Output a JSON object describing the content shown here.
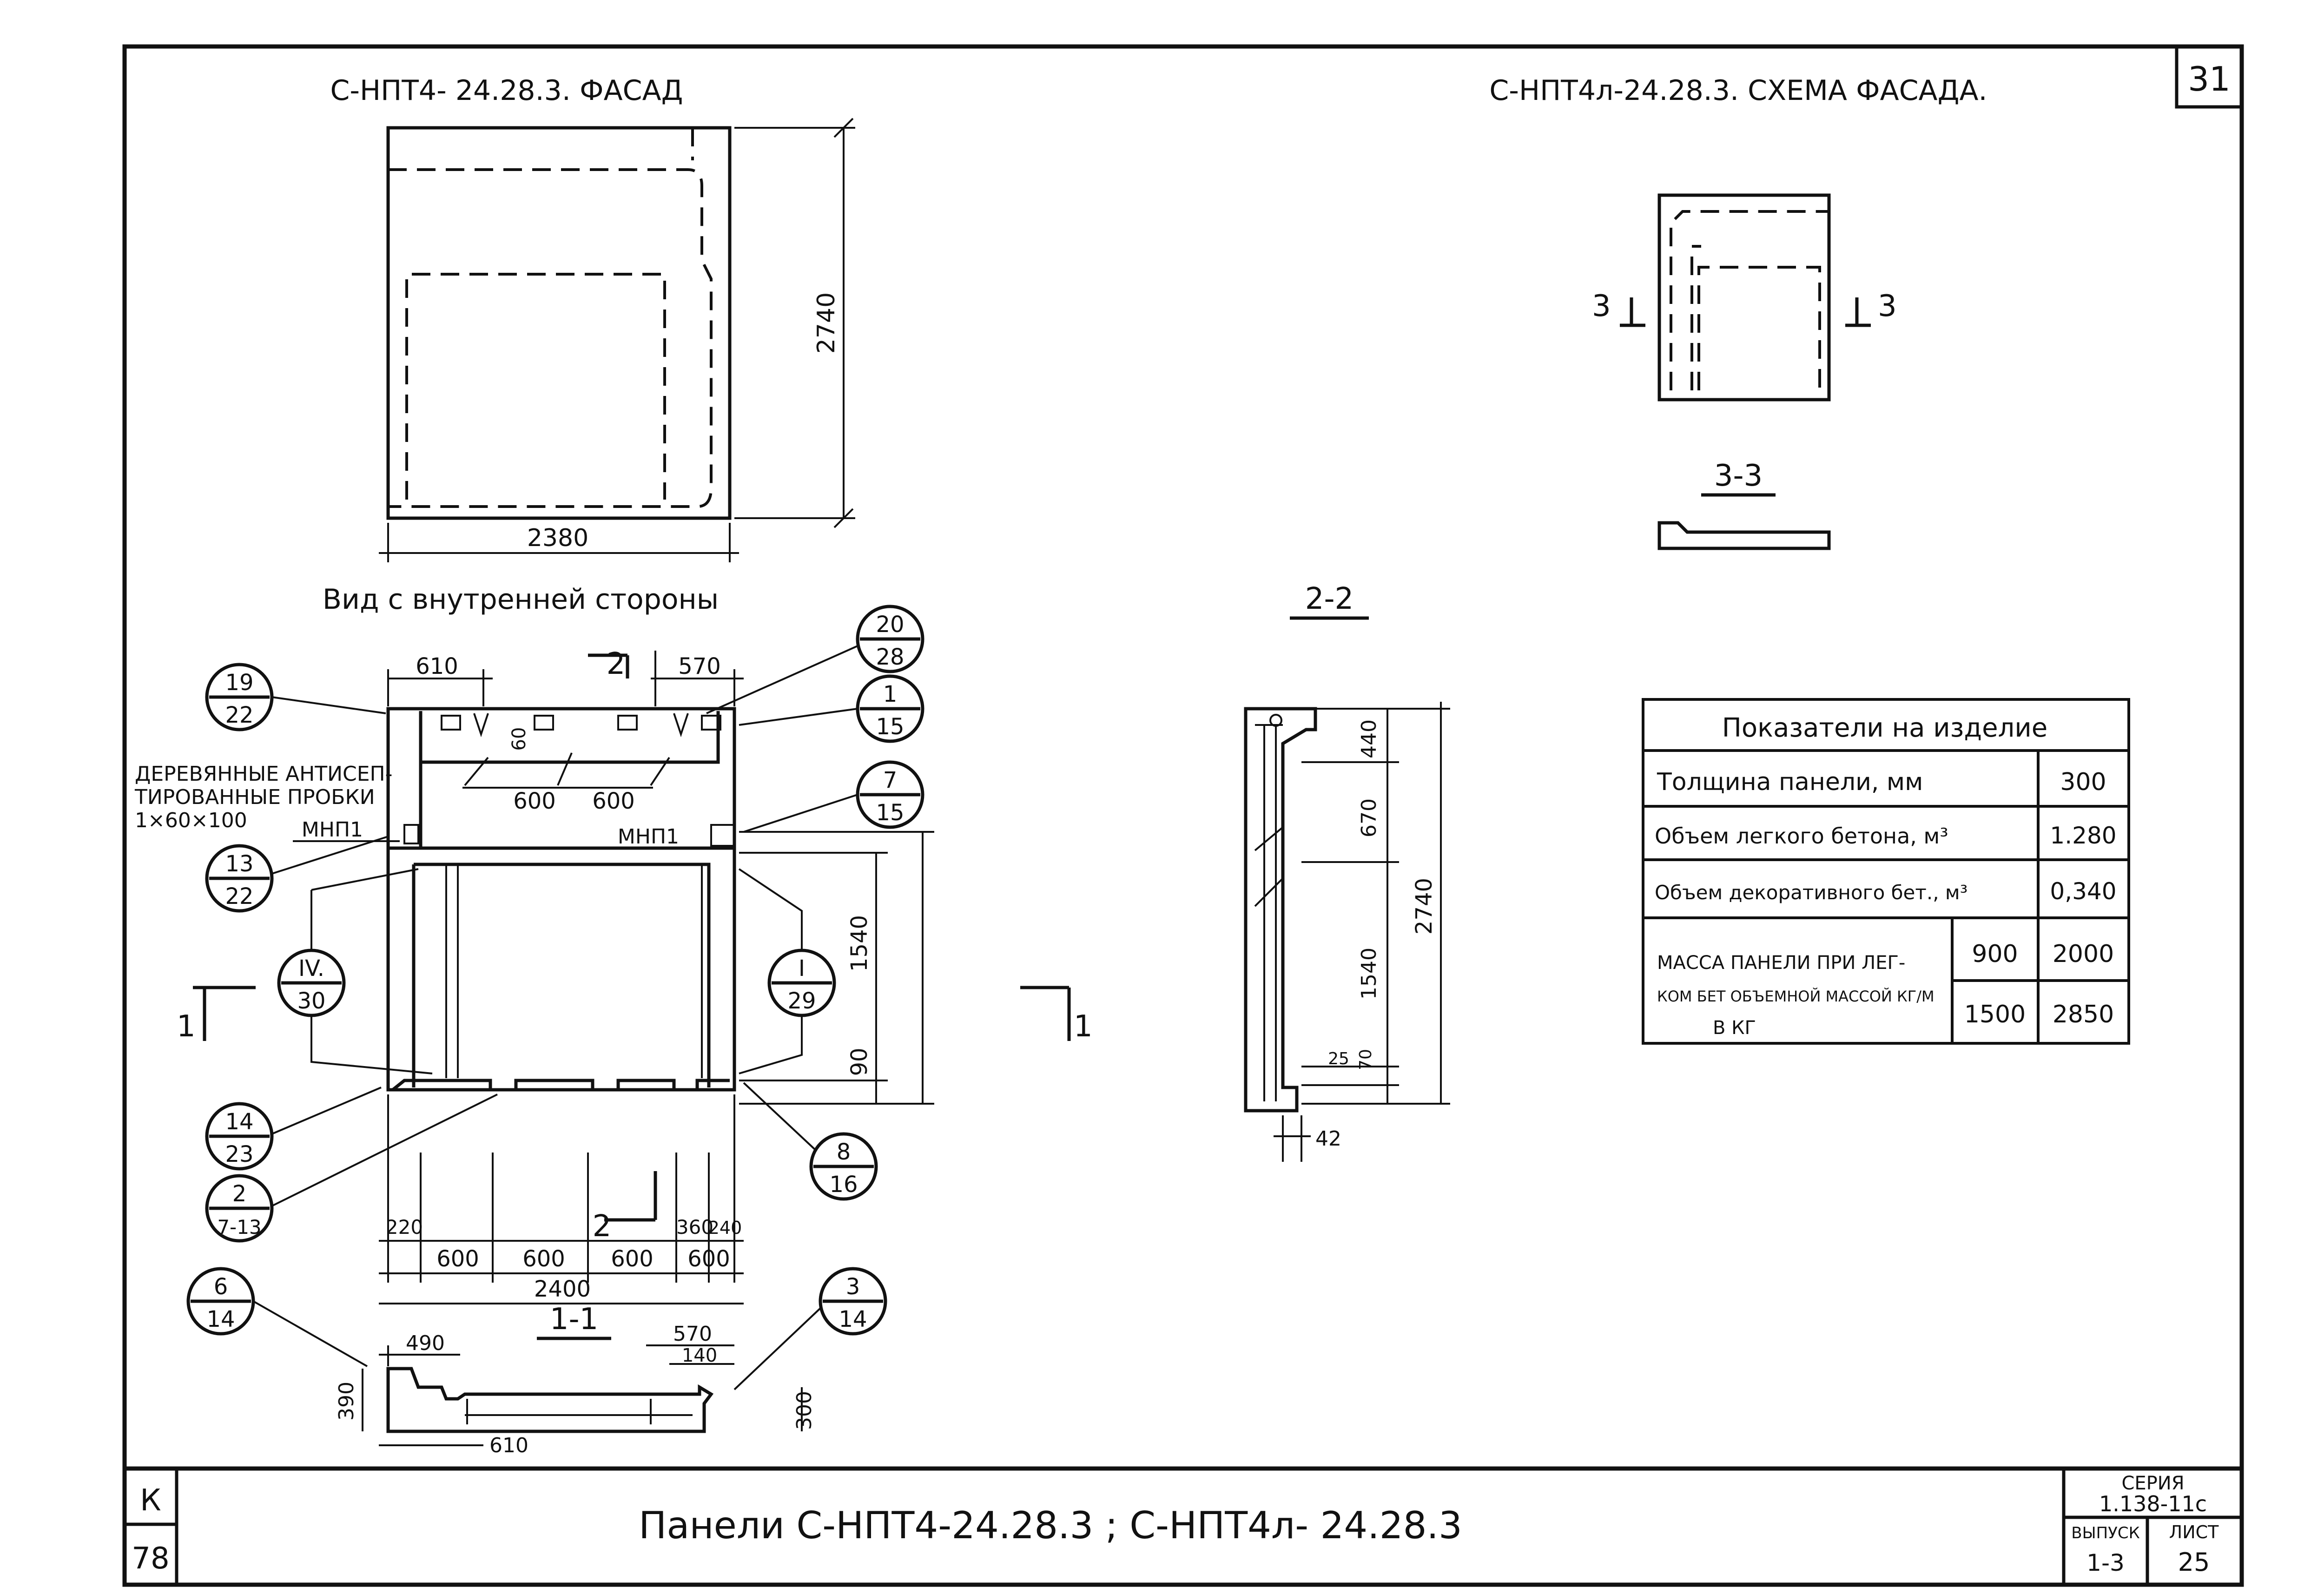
{
  "sheet_number": "31",
  "facade": {
    "title": "С-НПТ4- 24.28.3. ФАСАД",
    "dim_height": "2740",
    "dim_width": "2380"
  },
  "scheme": {
    "title": "С-НПТ4л-24.28.3. СХЕМА ФАСАДА.",
    "section_mark_left": "3",
    "section_mark_right": "3",
    "section_label": "3-3"
  },
  "interior_view": {
    "title": "Вид с внутренней стороны",
    "dims_top": [
      "610",
      "570"
    ],
    "dims_inner": [
      "60",
      "600",
      "600"
    ],
    "dims_right": [
      "1540",
      "90"
    ],
    "dims_bottom_upper": [
      "220",
      "360",
      "240"
    ],
    "dims_bottom": [
      "600",
      "600",
      "600",
      "600"
    ],
    "dim_total": "2400",
    "mnp_left": "МНП1",
    "mnp_right": "МНП1",
    "note_lines": [
      "ДЕРЕВЯННЫЕ АНТИСЕП-",
      "ТИРОВАННЫЕ ПРОБКИ",
      "1×60×100"
    ],
    "section_2_top": "2",
    "section_2_bottom": "2",
    "section_1_left": "1",
    "section_1_right": "1"
  },
  "callouts": [
    {
      "top": "19",
      "bottom": "22"
    },
    {
      "top": "20",
      "bottom": "28"
    },
    {
      "top": "1",
      "bottom": "15"
    },
    {
      "top": "7",
      "bottom": "15"
    },
    {
      "top": "13",
      "bottom": "22"
    },
    {
      "top": "IV.",
      "bottom": "30"
    },
    {
      "top": "I",
      "bottom": "29"
    },
    {
      "top": "14",
      "bottom": "23"
    },
    {
      "top": "8",
      "bottom": "16"
    },
    {
      "top": "2",
      "bottom": "7-13"
    },
    {
      "top": "6",
      "bottom": "14"
    },
    {
      "top": "3",
      "bottom": "14"
    }
  ],
  "section_2_2": {
    "label": "2-2",
    "dims": [
      "440",
      "670",
      "1540",
      "25",
      "70",
      "2740",
      "42"
    ]
  },
  "section_1_1": {
    "label": "1-1",
    "dims": [
      "490",
      "570",
      "140",
      "390",
      "300",
      "610"
    ]
  },
  "table": {
    "title": "Показатели на изделие",
    "rows": [
      {
        "label": "Толщина панели, мм",
        "value": "300"
      },
      {
        "label": "Объем легкого бетона, м³",
        "value": "1.280"
      },
      {
        "label": "Объем декоративного бет., м³",
        "value": "0,340"
      }
    ],
    "mass_label_lines": [
      "МАССА ПАНЕЛИ ПРИ ЛЕГ-",
      "КОМ БЕТ ОБЪЕМНОЙ МАССОЙ КГ/М",
      "В КГ"
    ],
    "mass_rows": [
      {
        "density": "900",
        "mass": "2000"
      },
      {
        "density": "1500",
        "mass": "2850"
      }
    ]
  },
  "title_block": {
    "title": "Панели С-НПТ4-24.28.3 ; С-НПТ4л- 24.28.3",
    "left_code_top": "К",
    "left_code_bottom": "78",
    "series_label": "СЕРИЯ",
    "series_value": "1.138-11с",
    "issue_label": "ВЫПУСК",
    "issue_value": "1-3",
    "sheet_label": "ЛИСТ",
    "sheet_value": "25"
  }
}
